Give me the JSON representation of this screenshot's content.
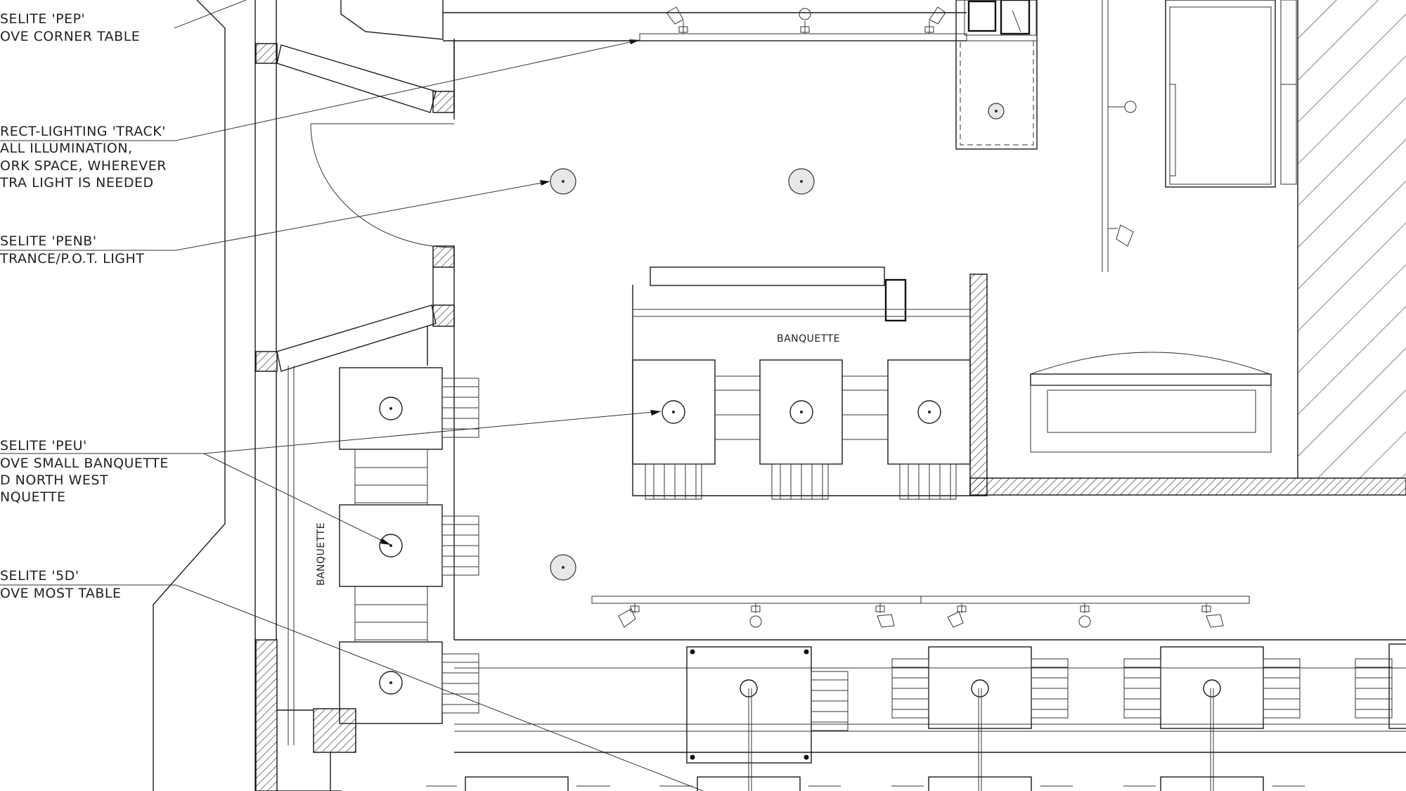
{
  "callouts": [
    {
      "id": "pep",
      "lines": [
        "SELITE 'PEP'",
        "OVE CORNER TABLE"
      ]
    },
    {
      "id": "track",
      "lines": [
        "RECT-LIGHTING 'TRACK'",
        "ALL ILLUMINATION,",
        "ORK SPACE, WHEREVER",
        "TRA LIGHT IS NEEDED"
      ]
    },
    {
      "id": "penb",
      "lines": [
        "SELITE 'PENB'",
        "TRANCE/P.O.T. LIGHT"
      ]
    },
    {
      "id": "peu",
      "lines": [
        "SELITE 'PEU'",
        "OVE SMALL BANQUETTE",
        "D NORTH WEST",
        "NQUETTE"
      ]
    },
    {
      "id": "5d",
      "lines": [
        "SELITE '5D'",
        "OVE MOST TABLE"
      ]
    }
  ],
  "room_labels": {
    "banquette_center": "BANQUETTE",
    "banquette_west": "BANQUETTE"
  },
  "colors": {
    "line": "#1a1a1a",
    "background": "#ffffff",
    "lamp_fill": "#e8e8e8"
  }
}
